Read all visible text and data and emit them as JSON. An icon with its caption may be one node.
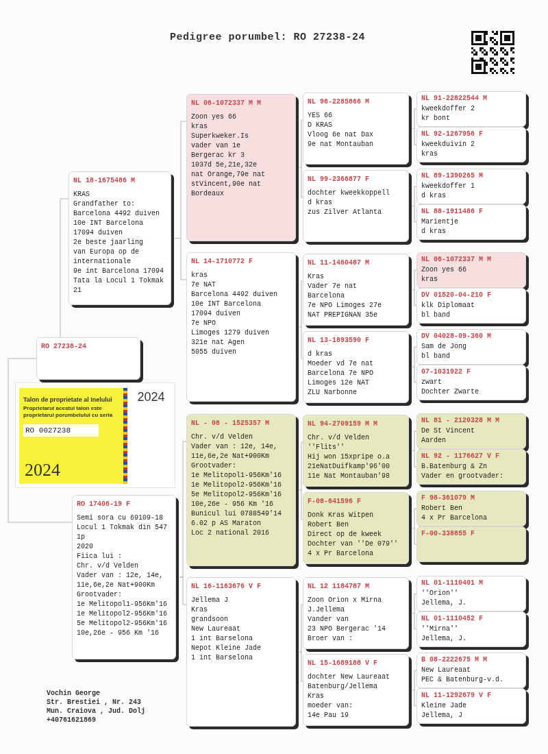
{
  "diagram": {
    "title": "Pedigree porumbel: RO 27238-24",
    "nodes": [
      {
        "text": [
          "RO 27238-24"
        ]
      },
      {
        "text": [
          "NL 18-1675486 M",
          "KRAS",
          "Grandfather to:",
          "Barcelona 4492 duiven",
          "10e INT Barcelona",
          "17094 duiven",
          "2e beste jaarling",
          "van Europa op de internationale",
          "9e int Barcelona 17094",
          "Tata la Locul 1 Tokmak 21"
        ]
      },
      {
        "text": [
          "RO 17406-19 F",
          "Semi sora cu 69109-18",
          "Locul 1 Tokmak din 547 1p",
          "2020",
          "Fiica lui :",
          "Chr. v/d Velden",
          "Vader van : 12e, 14e, 11e,6e,2e Nat+900Km",
          "Grootvader:",
          "1e Melitopol1-956Km'16",
          "1e Melitopol2-956Km'16",
          "5e Melitopol2-956Km'16",
          "10e,26e - 956 Km '16"
        ]
      },
      {
        "text": [
          "NL 06-1072337 M M",
          "Zoon yes 66",
          "kras",
          "Superkweker.Is",
          "vader van 1e",
          "Bergerac kr 3",
          "1037d 5e,21e,32e",
          "nat Orange,79e nat",
          "stVincent,90e nat",
          "Bordeaux"
        ]
      },
      {
        "text": [
          "NL 14-1710772 F",
          "kras",
          "7e NAT",
          "Barcelona 4492 duiven",
          "10e INT Barcelona",
          "17094 duiven",
          "7e NPO",
          "Limoges 1279 duiven",
          "321e nat Agen",
          "5055 duiven"
        ]
      },
      {
        "text": [
          "NL - 08 - 1525357 M",
          "Chr. v/d Velden",
          "Vader van : 12e, 14e, 11e,6e,2e Nat+900Km",
          "Grootvader:",
          "1e Melitopol1-956Km'16",
          "1e Melitopol2-956Km'16",
          "5e Melitopol2-956Km'16",
          "10e,26e - 956 Km '16",
          "Bunicul lui 0788549'14",
          "6.02 p AS Maraton",
          "Loc 2 national 2016"
        ]
      },
      {
        "text": [
          "NL 16-1163676 V F",
          "Jellema J",
          "Kras",
          "grandsoon",
          "New Laureaat",
          "1 int Barselona",
          "Nepot Kleine Jade",
          "1 int Barselona"
        ]
      },
      {
        "text": [
          "NL 96-2285866 M",
          "YES 66",
          "D KRAS",
          "Vloog 6e nat Dax",
          "9e nat Montauban"
        ]
      },
      {
        "text": [
          "NL 99-2366877 F",
          "dochter kweekkoppell",
          "d kras",
          "zus Zilver Atlanta"
        ]
      },
      {
        "text": [
          "NL 11-1460487 M",
          "Kras",
          "Vader 7e nat",
          "Barcelona",
          "7e NPO Limoges 27e",
          "NAT PREPIGNAN 35e"
        ]
      },
      {
        "text": [
          "NL 13-1893590 F",
          "d kras",
          "Moeder vd 7e nat",
          "Barcelona 7e NPO",
          "Limoges 12e NAT",
          "ZLU Narbonne"
        ]
      },
      {
        "text": [
          "NL 94-2709159 M M",
          "Chr. v/d Velden",
          "''Flits''",
          "Hij won 15xpripe o.a",
          "21eNatDuifkamp'96'00",
          "11e Nat Montauban'98"
        ]
      },
      {
        "text": [
          "F-08-641596 F",
          "Donk Kras Witpen",
          "Robert Ben",
          "Direct op de kweek",
          "Dochter van ''De 079''",
          "4 x Pr Barcelona"
        ]
      },
      {
        "text": [
          "NL 12 1184787 M",
          "Zoon Orion x Mirna",
          "J.Jellema",
          "Vander van",
          "23 NPO Bergerac '14",
          "Broer van :"
        ]
      },
      {
        "text": [
          "NL 15-1689188 V F",
          "dochter New Laureaat",
          "Batenburg/Jellema",
          "Kras",
          "moeder van:",
          "14e Pau 19"
        ]
      },
      {
        "text": [
          "NL 91-22822544 M",
          "kweekdoffer 2",
          "kr bont"
        ]
      },
      {
        "text": [
          "NL 92-1267956 F",
          "kweekduivin 2",
          "kras"
        ]
      },
      {
        "text": [
          "NL 89-1390265 M",
          "kweekdoffer 1",
          "d kras"
        ]
      },
      {
        "text": [
          "NL 88-1911486 F",
          "Marientje",
          "d kras"
        ]
      },
      {
        "text": [
          "NL 06-1072337 M M",
          "Zoon yes 66",
          "kras"
        ]
      },
      {
        "text": [
          "DV 01520-04-210 F",
          "klk Diplomaat",
          "bl band"
        ]
      },
      {
        "text": [
          "DV 04028-09-360 M",
          "Sam de Jong",
          "bl band"
        ]
      },
      {
        "text": [
          "07-1031922 F",
          "zwart",
          "Dochter Zwarte"
        ]
      },
      {
        "text": [
          "NL 81 - 2120328 M M",
          "De St Vincent",
          "Aarden"
        ]
      },
      {
        "text": [
          "NL 92 - 1176627 V F",
          "B.Batenburg & Zn",
          "Vader en grootvader:"
        ]
      },
      {
        "text": [
          "F 98-361079 M",
          "Robert Ben",
          "4 x Pr Barcelona"
        ]
      },
      {
        "text": [
          "F-00-338855 F"
        ]
      },
      {
        "text": [
          "NL 01-1110401 M",
          "''Orion''",
          "Jellema, J."
        ]
      },
      {
        "text": [
          "NL 01-1110452 F",
          "''Mirna''",
          "Jellema, J."
        ]
      },
      {
        "text": [
          "B 08-2222675 M M",
          "New Laureaat",
          "PEC & Batenburg-v.d."
        ]
      },
      {
        "text": [
          "NL 11-1292679 V F",
          "Kleine Jade",
          "Jellema, J"
        ]
      },
      {
        "text": [
          "Talon de proprietate al Inelului",
          "Proprietarul acestui talon este proprietarul porumbelului cu seria",
          "RO 0027238",
          "2024",
          "2024"
        ]
      }
    ],
    "edges": [
      {
        "from": 0,
        "to": 1,
        "arrow": "none"
      },
      {
        "from": 0,
        "to": 2,
        "arrow": "none"
      },
      {
        "from": 1,
        "to": 3,
        "arrow": "none"
      },
      {
        "from": 1,
        "to": 4,
        "arrow": "none"
      },
      {
        "from": 2,
        "to": 5,
        "arrow": "none"
      },
      {
        "from": 2,
        "to": 6,
        "arrow": "none"
      },
      {
        "from": 3,
        "to": 7,
        "arrow": "none"
      },
      {
        "from": 3,
        "to": 8,
        "arrow": "none"
      },
      {
        "from": 4,
        "to": 9,
        "arrow": "none"
      },
      {
        "from": 4,
        "to": 10,
        "arrow": "none"
      },
      {
        "from": 5,
        "to": 11,
        "arrow": "none"
      },
      {
        "from": 5,
        "to": 12,
        "arrow": "none"
      },
      {
        "from": 6,
        "to": 13,
        "arrow": "none"
      },
      {
        "from": 6,
        "to": 14,
        "arrow": "none"
      },
      {
        "from": 7,
        "to": 15,
        "arrow": "none"
      },
      {
        "from": 7,
        "to": 16,
        "arrow": "none"
      },
      {
        "from": 8,
        "to": 17,
        "arrow": "none"
      },
      {
        "from": 8,
        "to": 18,
        "arrow": "none"
      },
      {
        "from": 9,
        "to": 19,
        "arrow": "none"
      },
      {
        "from": 9,
        "to": 20,
        "arrow": "none"
      },
      {
        "from": 10,
        "to": 21,
        "arrow": "none"
      },
      {
        "from": 10,
        "to": 22,
        "arrow": "none"
      },
      {
        "from": 11,
        "to": 23,
        "arrow": "none"
      },
      {
        "from": 11,
        "to": 24,
        "arrow": "none"
      },
      {
        "from": 12,
        "to": 25,
        "arrow": "none"
      },
      {
        "from": 12,
        "to": 26,
        "arrow": "none"
      },
      {
        "from": 13,
        "to": 27,
        "arrow": "none"
      },
      {
        "from": 13,
        "to": 28,
        "arrow": "none"
      },
      {
        "from": 14,
        "to": 29,
        "arrow": "none"
      },
      {
        "from": 14,
        "to": 30,
        "arrow": "none"
      }
    ],
    "labels": [
      "Vochin George",
      "Str. Brestiei , Nr. 243",
      "Mun. Craiova , Jud. Dolj",
      "+40761621869"
    ]
  }
}
